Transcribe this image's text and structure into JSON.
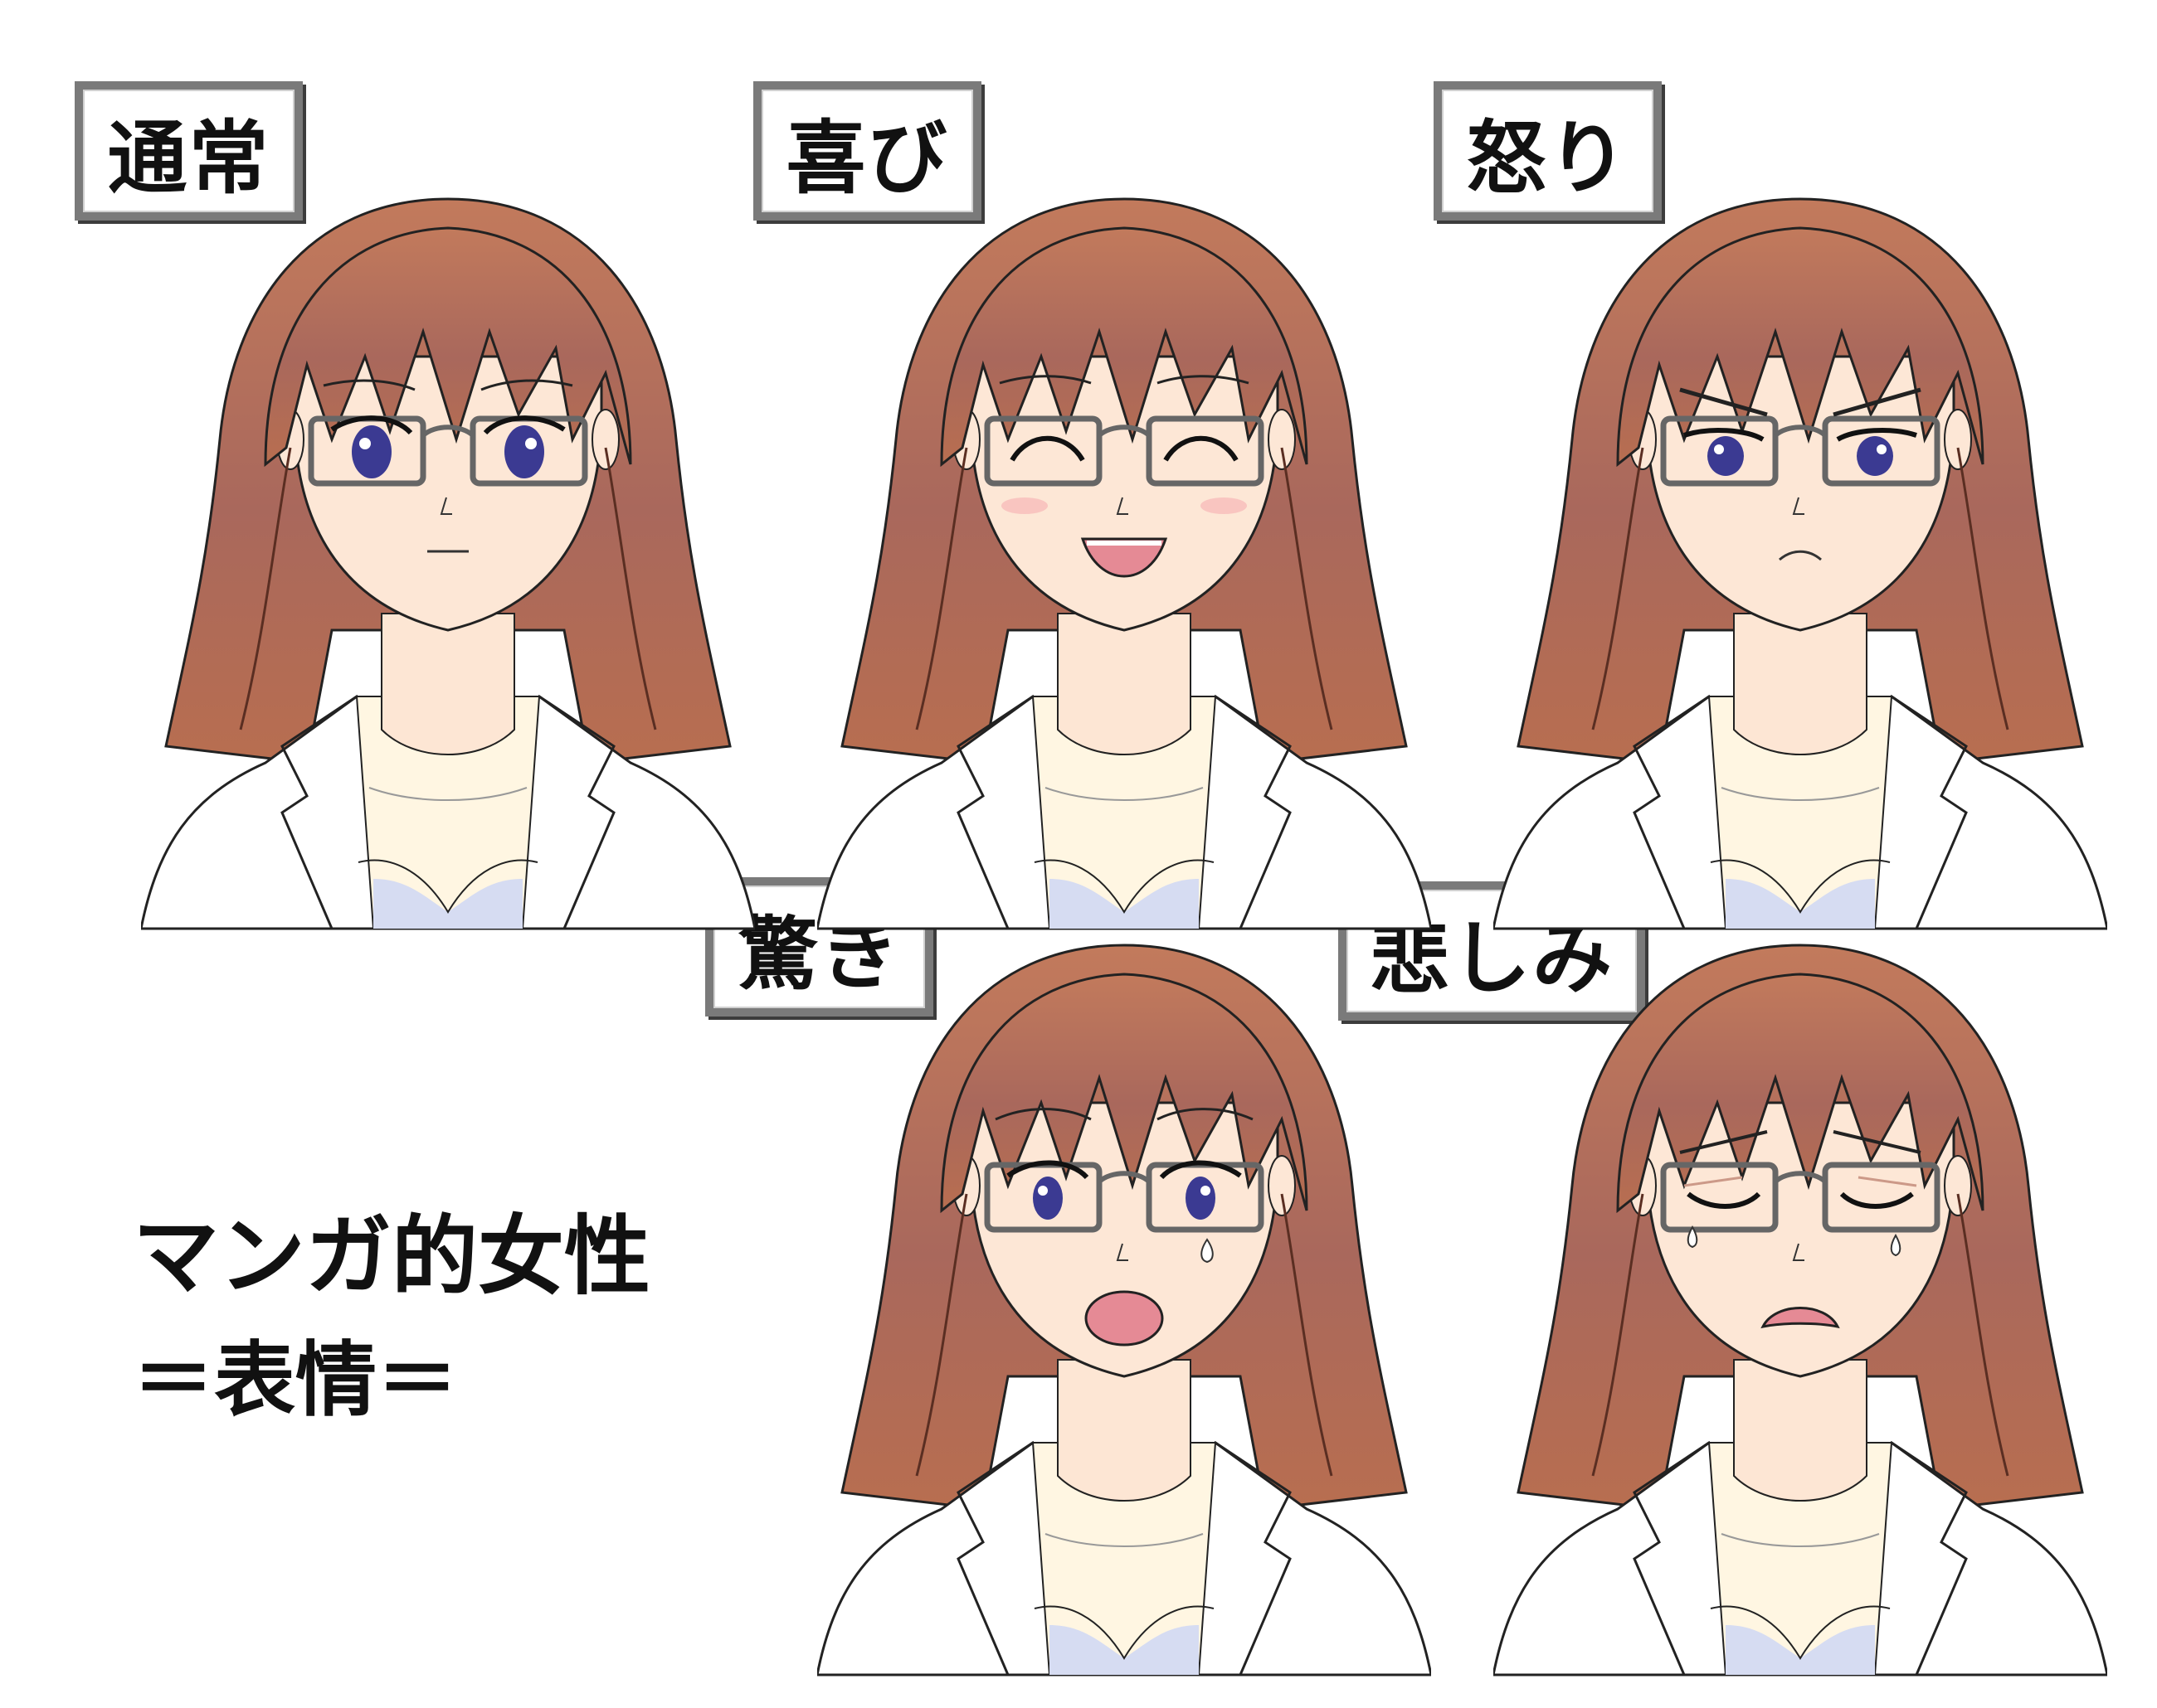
{
  "title": {
    "line1": "マンガ的女性",
    "line2": "＝表情＝"
  },
  "expressions": [
    {
      "label": "通常"
    },
    {
      "label": "喜び"
    },
    {
      "label": "怒り"
    },
    {
      "label": "驚き"
    },
    {
      "label": "悲しみ"
    }
  ],
  "colors": {
    "hair_top": "#c0765a",
    "hair_bottom": "#a0605a",
    "skin": "#fde7d6",
    "eye": "#3b3a92",
    "blouse": "#fff7e4",
    "inner": "#d6dcf2",
    "label_border": "#7a7a7a"
  }
}
